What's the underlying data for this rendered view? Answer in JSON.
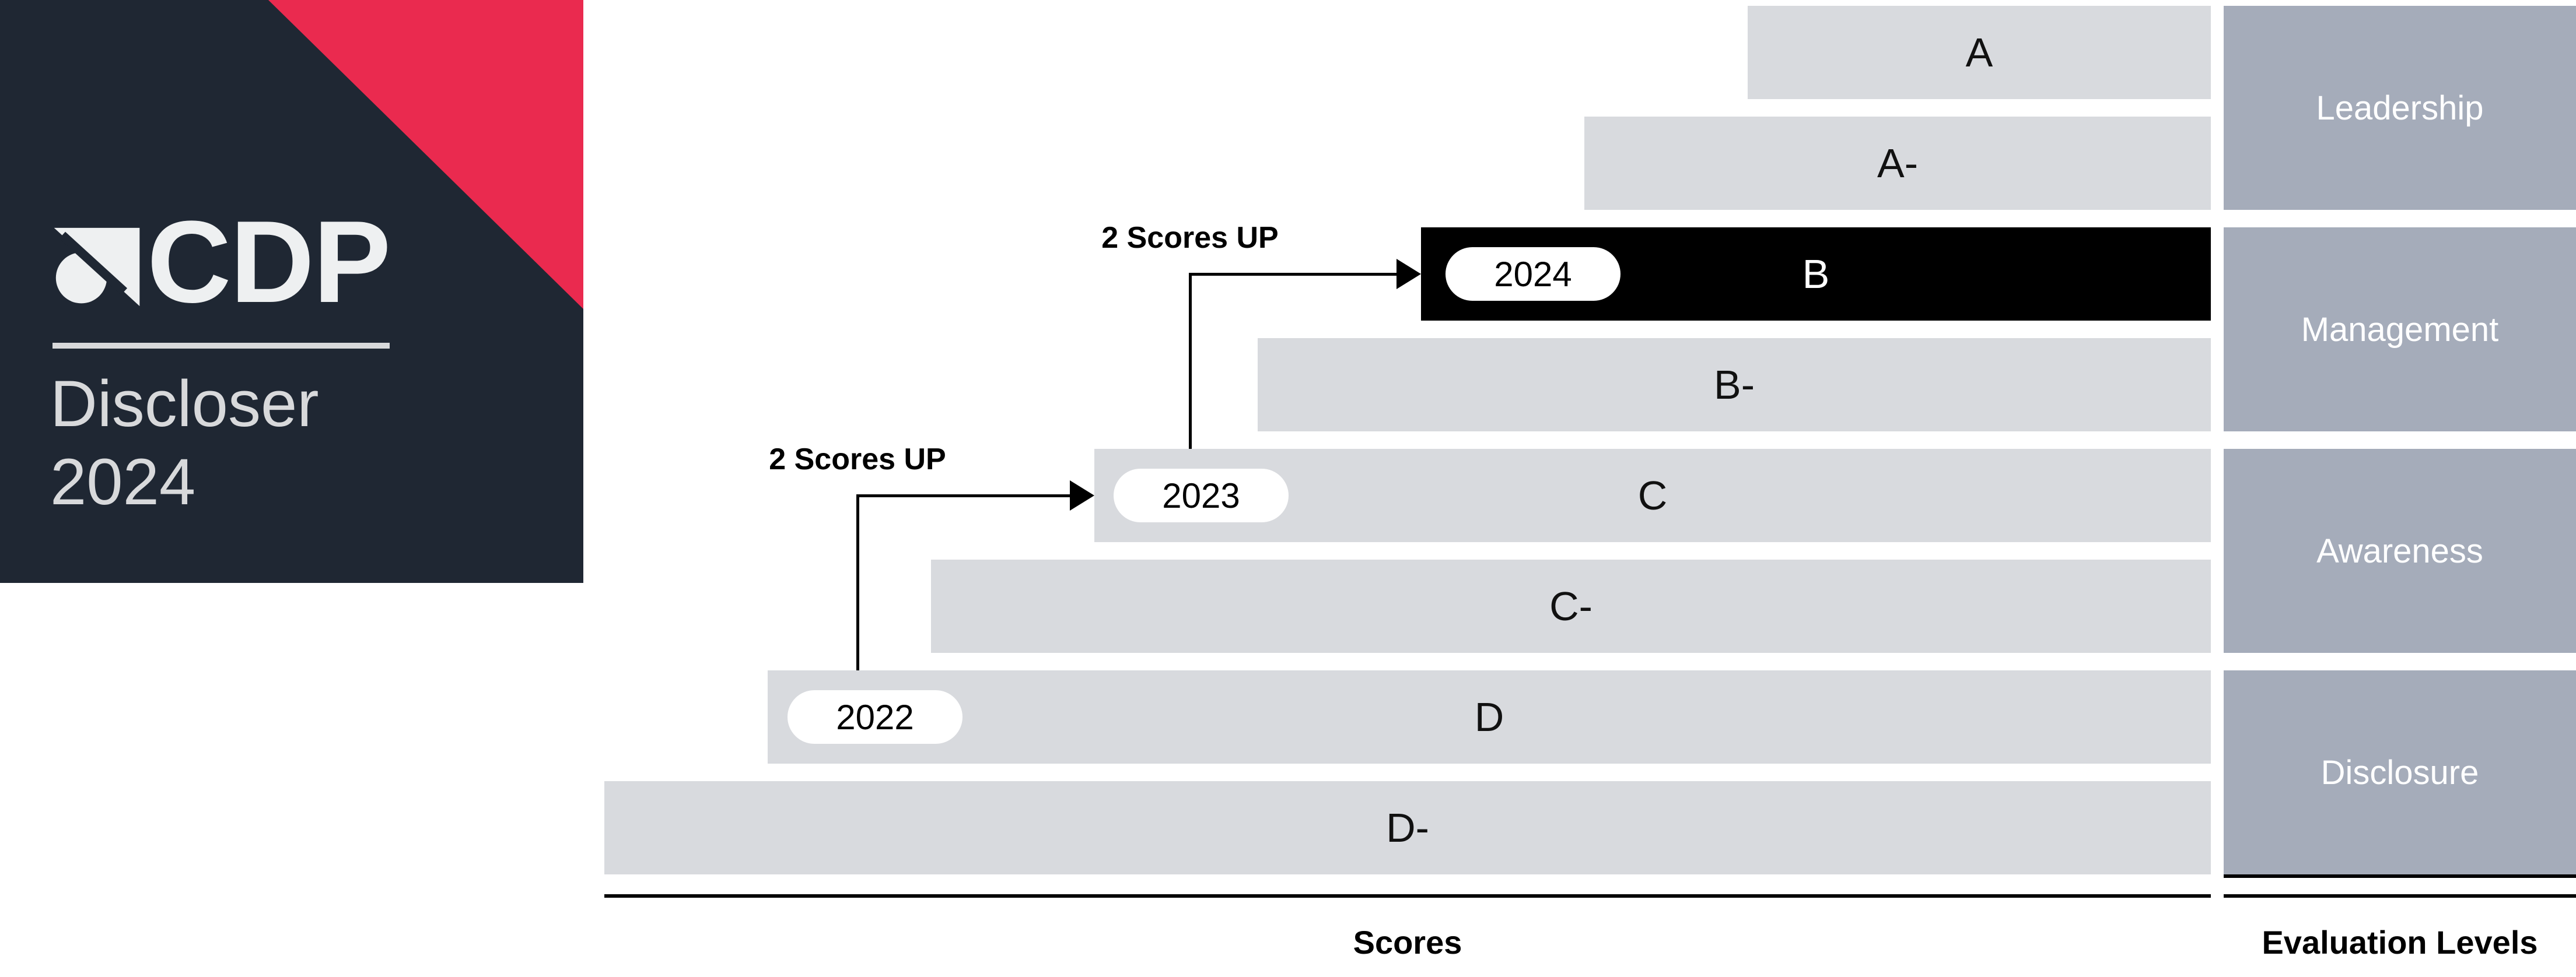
{
  "badge": {
    "brand": "CDP",
    "title": "Discloser",
    "year": "2024",
    "colors": {
      "background": "#1f2733",
      "accent": "#ea2a4f",
      "text": "#d8d9db"
    }
  },
  "chart_data": {
    "type": "bar",
    "categories": [
      "A",
      "A-",
      "B",
      "B-",
      "C",
      "C-",
      "D",
      "D-"
    ],
    "rows": [
      {
        "label": "A",
        "level": "Leadership",
        "highlighted": false
      },
      {
        "label": "A-",
        "level": "Leadership",
        "highlighted": false
      },
      {
        "label": "B",
        "level": "Management",
        "highlighted": true,
        "year_marker": "2024"
      },
      {
        "label": "B-",
        "level": "Management",
        "highlighted": false
      },
      {
        "label": "C",
        "level": "Awareness",
        "highlighted": false,
        "year_marker": "2023"
      },
      {
        "label": "C-",
        "level": "Awareness",
        "highlighted": false
      },
      {
        "label": "D",
        "level": "Disclosure",
        "highlighted": false,
        "year_marker": "2022"
      },
      {
        "label": "D-",
        "level": "Disclosure",
        "highlighted": false
      }
    ],
    "levels": [
      "Leadership",
      "Management",
      "Awareness",
      "Disclosure"
    ],
    "year_markers": [
      {
        "year": "2022",
        "score": "D"
      },
      {
        "year": "2023",
        "score": "C"
      },
      {
        "year": "2024",
        "score": "B"
      }
    ],
    "annotations": [
      {
        "text": "2 Scores UP",
        "from_year": "2023",
        "to_year": "2024"
      },
      {
        "text": "2 Scores UP",
        "from_year": "2022",
        "to_year": "2023"
      }
    ],
    "xlabel": "Scores",
    "right_axis_label": "Evaluation Levels",
    "colors": {
      "bar": "#d8dade",
      "highlighted_bar": "#000000",
      "level_block": "#a5acba",
      "pill_background": "#ffffff",
      "score_text": "#111111",
      "level_text": "#ffffff"
    }
  }
}
